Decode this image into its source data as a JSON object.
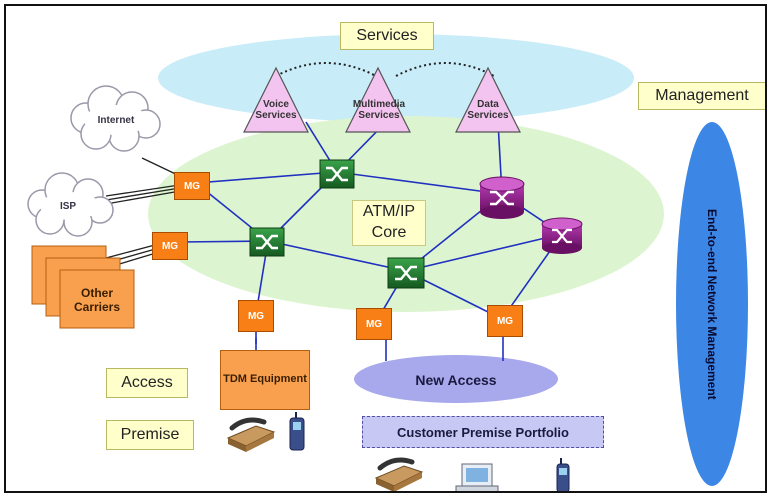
{
  "services": "Services",
  "management": "Management",
  "voice_services": "Voice Services",
  "multimedia_services": "Multimedia Services",
  "data_services": "Data Services",
  "internet": "Internet",
  "isp": "ISP",
  "mg": "MG",
  "other_carriers": "Other Carriers",
  "atm_ip_core": "ATM/IP Core",
  "end_to_end_mgmt": "End-to-end Network Management",
  "access": "Access",
  "premise": "Premise",
  "tdm_equipment": "TDM Equipment",
  "new_access": "New Access",
  "customer_premise_portfolio": "Customer Premise Portfolio",
  "colors": {
    "services_ellipse": "#c8ecf8",
    "core_ellipse": "#dcf5d0",
    "triangle": "#f4c4f0",
    "mg": "#f77f16",
    "switch_green": "#1f7a2c",
    "switch_purple": "#8a1c82",
    "link": "#2030c0",
    "new_access": "#a8a8ec",
    "management_ellipse": "#3c86e6"
  }
}
